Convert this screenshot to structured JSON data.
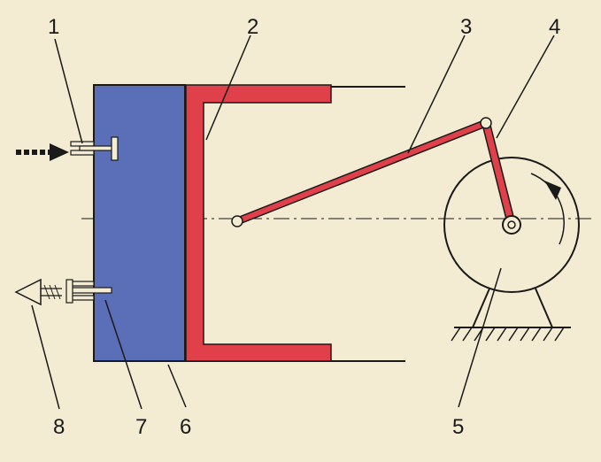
{
  "labels": {
    "l1": "1",
    "l2": "2",
    "l3": "3",
    "l4": "4",
    "l5": "5",
    "l6": "6",
    "l7": "7",
    "l8": "8"
  },
  "colors": {
    "background": "#f3ecd2",
    "cylinder_head": "#5b6fb8",
    "piston_rod": "#e0404a",
    "outline": "#1a1a1a"
  }
}
